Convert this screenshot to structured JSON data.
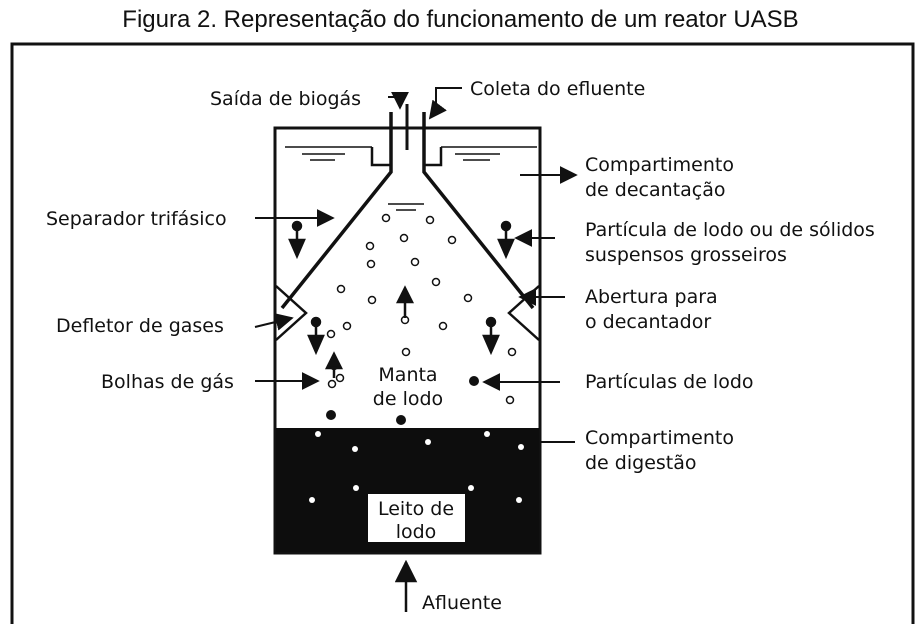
{
  "figure": {
    "caption": "Figura 2. Representação do funcionamento de um reator UASB"
  },
  "labels": {
    "saida_biogas": "Saída de biogás",
    "coleta_efluente": "Coleta do efluente",
    "compartimento_decantacao_1": "Compartimento",
    "compartimento_decantacao_2": "de decantação",
    "separador_trifasico": "Separador trifásico",
    "particula_solidos_1": "Partícula de lodo ou de sólidos",
    "particula_solidos_2": "suspensos grosseiros",
    "abertura_decantador_1": "Abertura para",
    "abertura_decantador_2": "o decantador",
    "defletor_gases": "Defletor de gases",
    "bolhas_gas": "Bolhas de gás",
    "manta_lodo_1": "Manta",
    "manta_lodo_2": "de lodo",
    "particulas_lodo": "Partículas de lodo",
    "compartimento_digestao_1": "Compartimento",
    "compartimento_digestao_2": "de digestão",
    "leito_lodo_1": "Leito de",
    "leito_lodo_2": "lodo",
    "afluente": "Afluente"
  }
}
